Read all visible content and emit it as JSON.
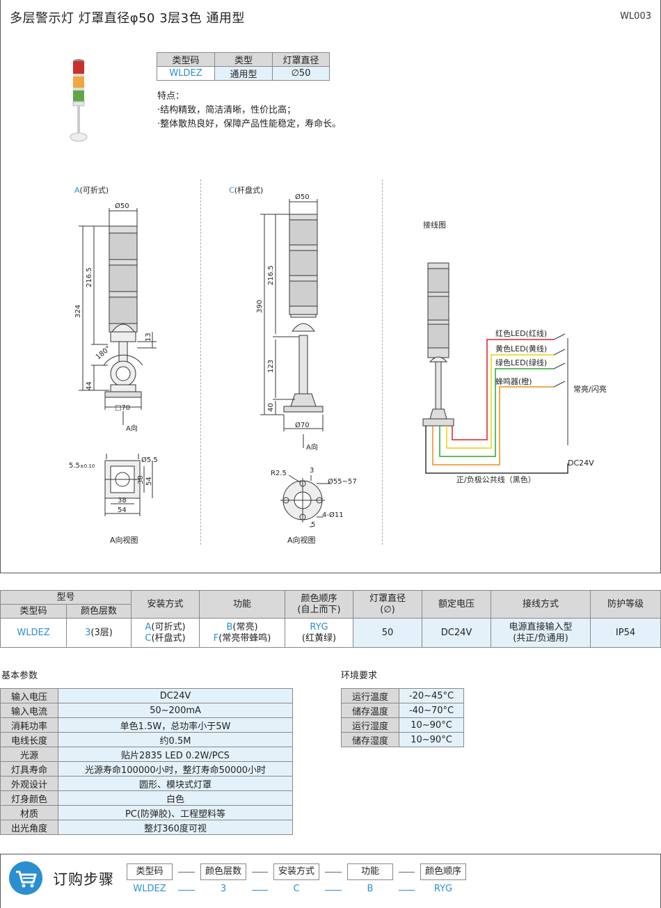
{
  "header": {
    "title": "多层警示灯  灯罩直径φ50  3层3色  通用型",
    "code": "WL003"
  },
  "type_table": {
    "headers": [
      "类型码",
      "类型",
      "灯罩直径"
    ],
    "row": [
      "WLDEZ",
      "通用型",
      "∅50"
    ]
  },
  "features": {
    "title": "特点：",
    "items": [
      "·结构精致，简洁清晰，性价比高；",
      "·整体散热良好，保障产品性能稳定，寿命长。"
    ]
  },
  "drawing_a": {
    "letter": "A",
    "label": "(可折式)",
    "dims": {
      "top_dia": "Ø50",
      "h_lamp": "216.5",
      "h_total": "324",
      "h_13": "13",
      "angle": "180°",
      "h_44": "44",
      "base": "□70",
      "view_dir": "A向"
    }
  },
  "drawing_c": {
    "letter": "C",
    "label": "(杆盘式)",
    "dims": {
      "top_dia": "Ø50",
      "h_lamp": "216.5",
      "h_total": "390",
      "h_123": "123",
      "h_40": "40",
      "base": "Ø70",
      "view_dir": "A向"
    }
  },
  "view_a": {
    "dims": {
      "slot": "5.5",
      "slot_tol": "±0.10",
      "hole": "Ø5.5",
      "w38": "38",
      "w54": "54",
      "v38": "38",
      "v54": "54"
    },
    "caption": "A向视图"
  },
  "view_c": {
    "dims": {
      "r": "R2.5",
      "d3": "3",
      "pcd": "Ø55~57",
      "holes": "4-Ø11",
      "d5": "5"
    },
    "caption": "A向视图"
  },
  "wiring": {
    "title": "接线图",
    "red": "红色LED(红线)",
    "yellow": "黄色LED(黄线)",
    "green": "绿色LED(绿线)",
    "buzzer": "蜂鸣器(橙)",
    "mode": "常亮/闪亮",
    "power": "DC24V",
    "common": "正/负极公共线（黑色）",
    "colors": {
      "red": "#e02020",
      "yellow": "#e8d400",
      "green": "#2aa52a",
      "orange": "#f08a1c"
    }
  },
  "spec": {
    "h_model": "型号",
    "h_code": "类型码",
    "h_layers": "颜色层数",
    "h_mount": "安装方式",
    "h_func": "功能",
    "h_order_1": "颜色顺序",
    "h_order_2": "(自上而下)",
    "h_dia_1": "灯罩直径",
    "h_dia_2": "(∅)",
    "h_volt": "额定电压",
    "h_wire": "接线方式",
    "h_ip": "防护等级",
    "code": "WLDEZ",
    "layers_code": "3",
    "layers_text": "(3层)",
    "mount_a_code": "A",
    "mount_a_text": "(可折式)",
    "mount_c_code": "C",
    "mount_c_text": "(杆盘式)",
    "func_b_code": "B",
    "func_b_text": "(常亮)",
    "func_f_code": "F",
    "func_f_text": "(常亮带蜂鸣)",
    "order_code": "RYG",
    "order_text": "(红黄绿)",
    "dia": "50",
    "volt": "DC24V",
    "wire_1": "电源直接输入型",
    "wire_2": "(共正/负通用)",
    "ip": "IP54"
  },
  "basic": {
    "title": "基本参数",
    "rows": [
      [
        "输入电压",
        "DC24V"
      ],
      [
        "输入电流",
        "50~200mA"
      ],
      [
        "消耗功率",
        "单色1.5W，总功率小于5W"
      ],
      [
        "电线长度",
        "约0.5M"
      ],
      [
        "光源",
        "贴片2835  LED  0.2W/PCS"
      ],
      [
        "灯具寿命",
        "光源寿命100000小时，整灯寿命50000小时"
      ],
      [
        "外观设计",
        "圆形、模块式灯罩"
      ],
      [
        "灯身颜色",
        "白色"
      ],
      [
        "材质",
        "PC(防弹胶)、工程塑料等"
      ],
      [
        "出光角度",
        "整灯360度可视"
      ]
    ]
  },
  "env": {
    "title": "环境要求",
    "rows": [
      [
        "运行温度",
        "-20~45°C"
      ],
      [
        "储存温度",
        "-40~70°C"
      ],
      [
        "运行湿度",
        "10~90°C"
      ],
      [
        "储存湿度",
        "10~90°C"
      ]
    ]
  },
  "order": {
    "title": "订购步骤",
    "steps": [
      {
        "label": "类型码",
        "value": "WLDEZ"
      },
      {
        "label": "颜色层数",
        "value": "3"
      },
      {
        "label": "安装方式",
        "value": "C"
      },
      {
        "label": "功能",
        "value": "B"
      },
      {
        "label": "颜色顺序",
        "value": "RYG"
      }
    ]
  }
}
